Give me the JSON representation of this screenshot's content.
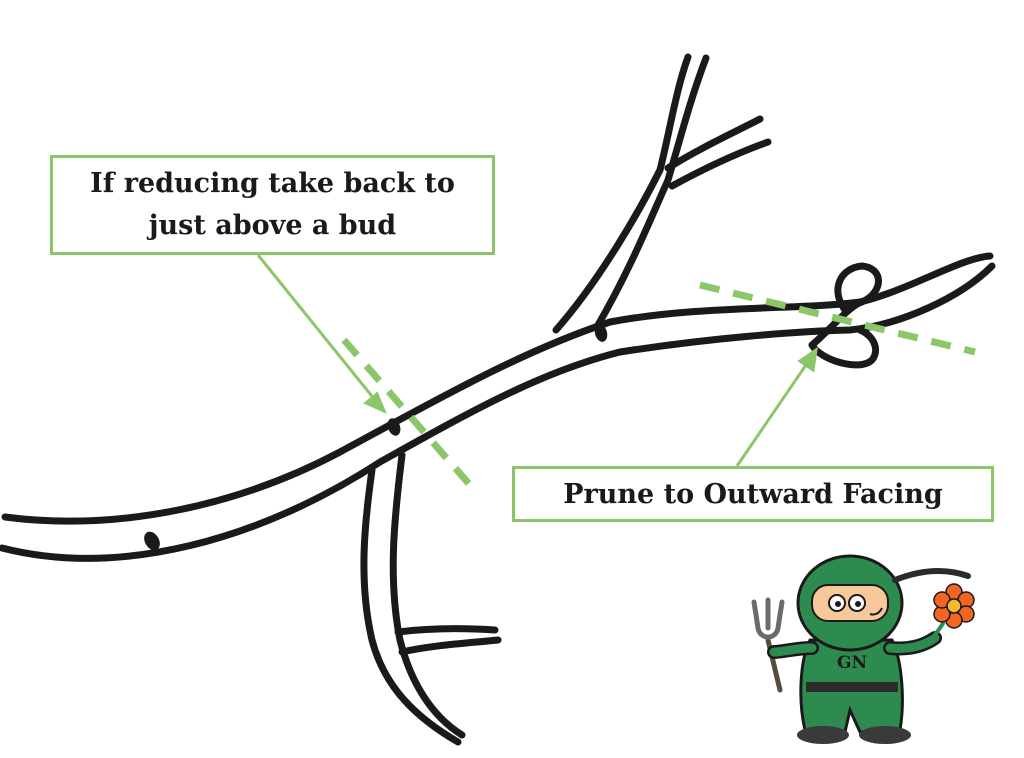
{
  "callouts": {
    "reduce": {
      "line1": "If reducing take back to",
      "line2": "just above a bud"
    },
    "prune": {
      "text": "Prune to Outward Facing"
    }
  },
  "mascot": {
    "initials": "GN"
  },
  "colors": {
    "accent": "#8cc66b",
    "ink": "#1a1a1a",
    "mascot_green": "#2e8b4f",
    "flower": "#f26522"
  },
  "icons": [
    "branch-drawing",
    "cut-line",
    "pointer-arrow",
    "mascot-ninja",
    "garden-fork-icon",
    "flower-icon"
  ]
}
